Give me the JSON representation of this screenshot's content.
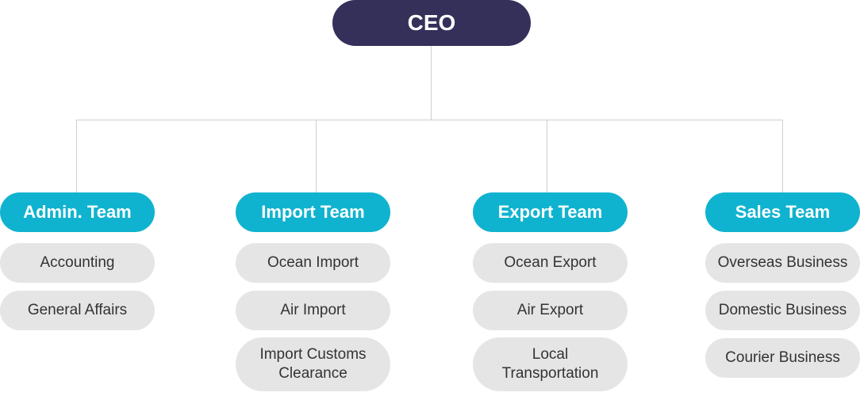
{
  "ceo": {
    "label": "CEO"
  },
  "teams": [
    {
      "label": "Admin. Team",
      "items": [
        "Accounting",
        "General Affairs"
      ]
    },
    {
      "label": "Import Team",
      "items": [
        "Ocean Import",
        "Air Import",
        "Import Customs Clearance"
      ]
    },
    {
      "label": "Export Team",
      "items": [
        "Ocean Export",
        "Air Export",
        "Local Transportation"
      ]
    },
    {
      "label": "Sales Team",
      "items": [
        "Overseas Business",
        "Domestic Business",
        "Courier Business"
      ]
    }
  ],
  "colors": {
    "ceo": "#34305a",
    "team": "#10b3cf",
    "item": "#e5e5e5",
    "connector": "#cfcfcf"
  }
}
